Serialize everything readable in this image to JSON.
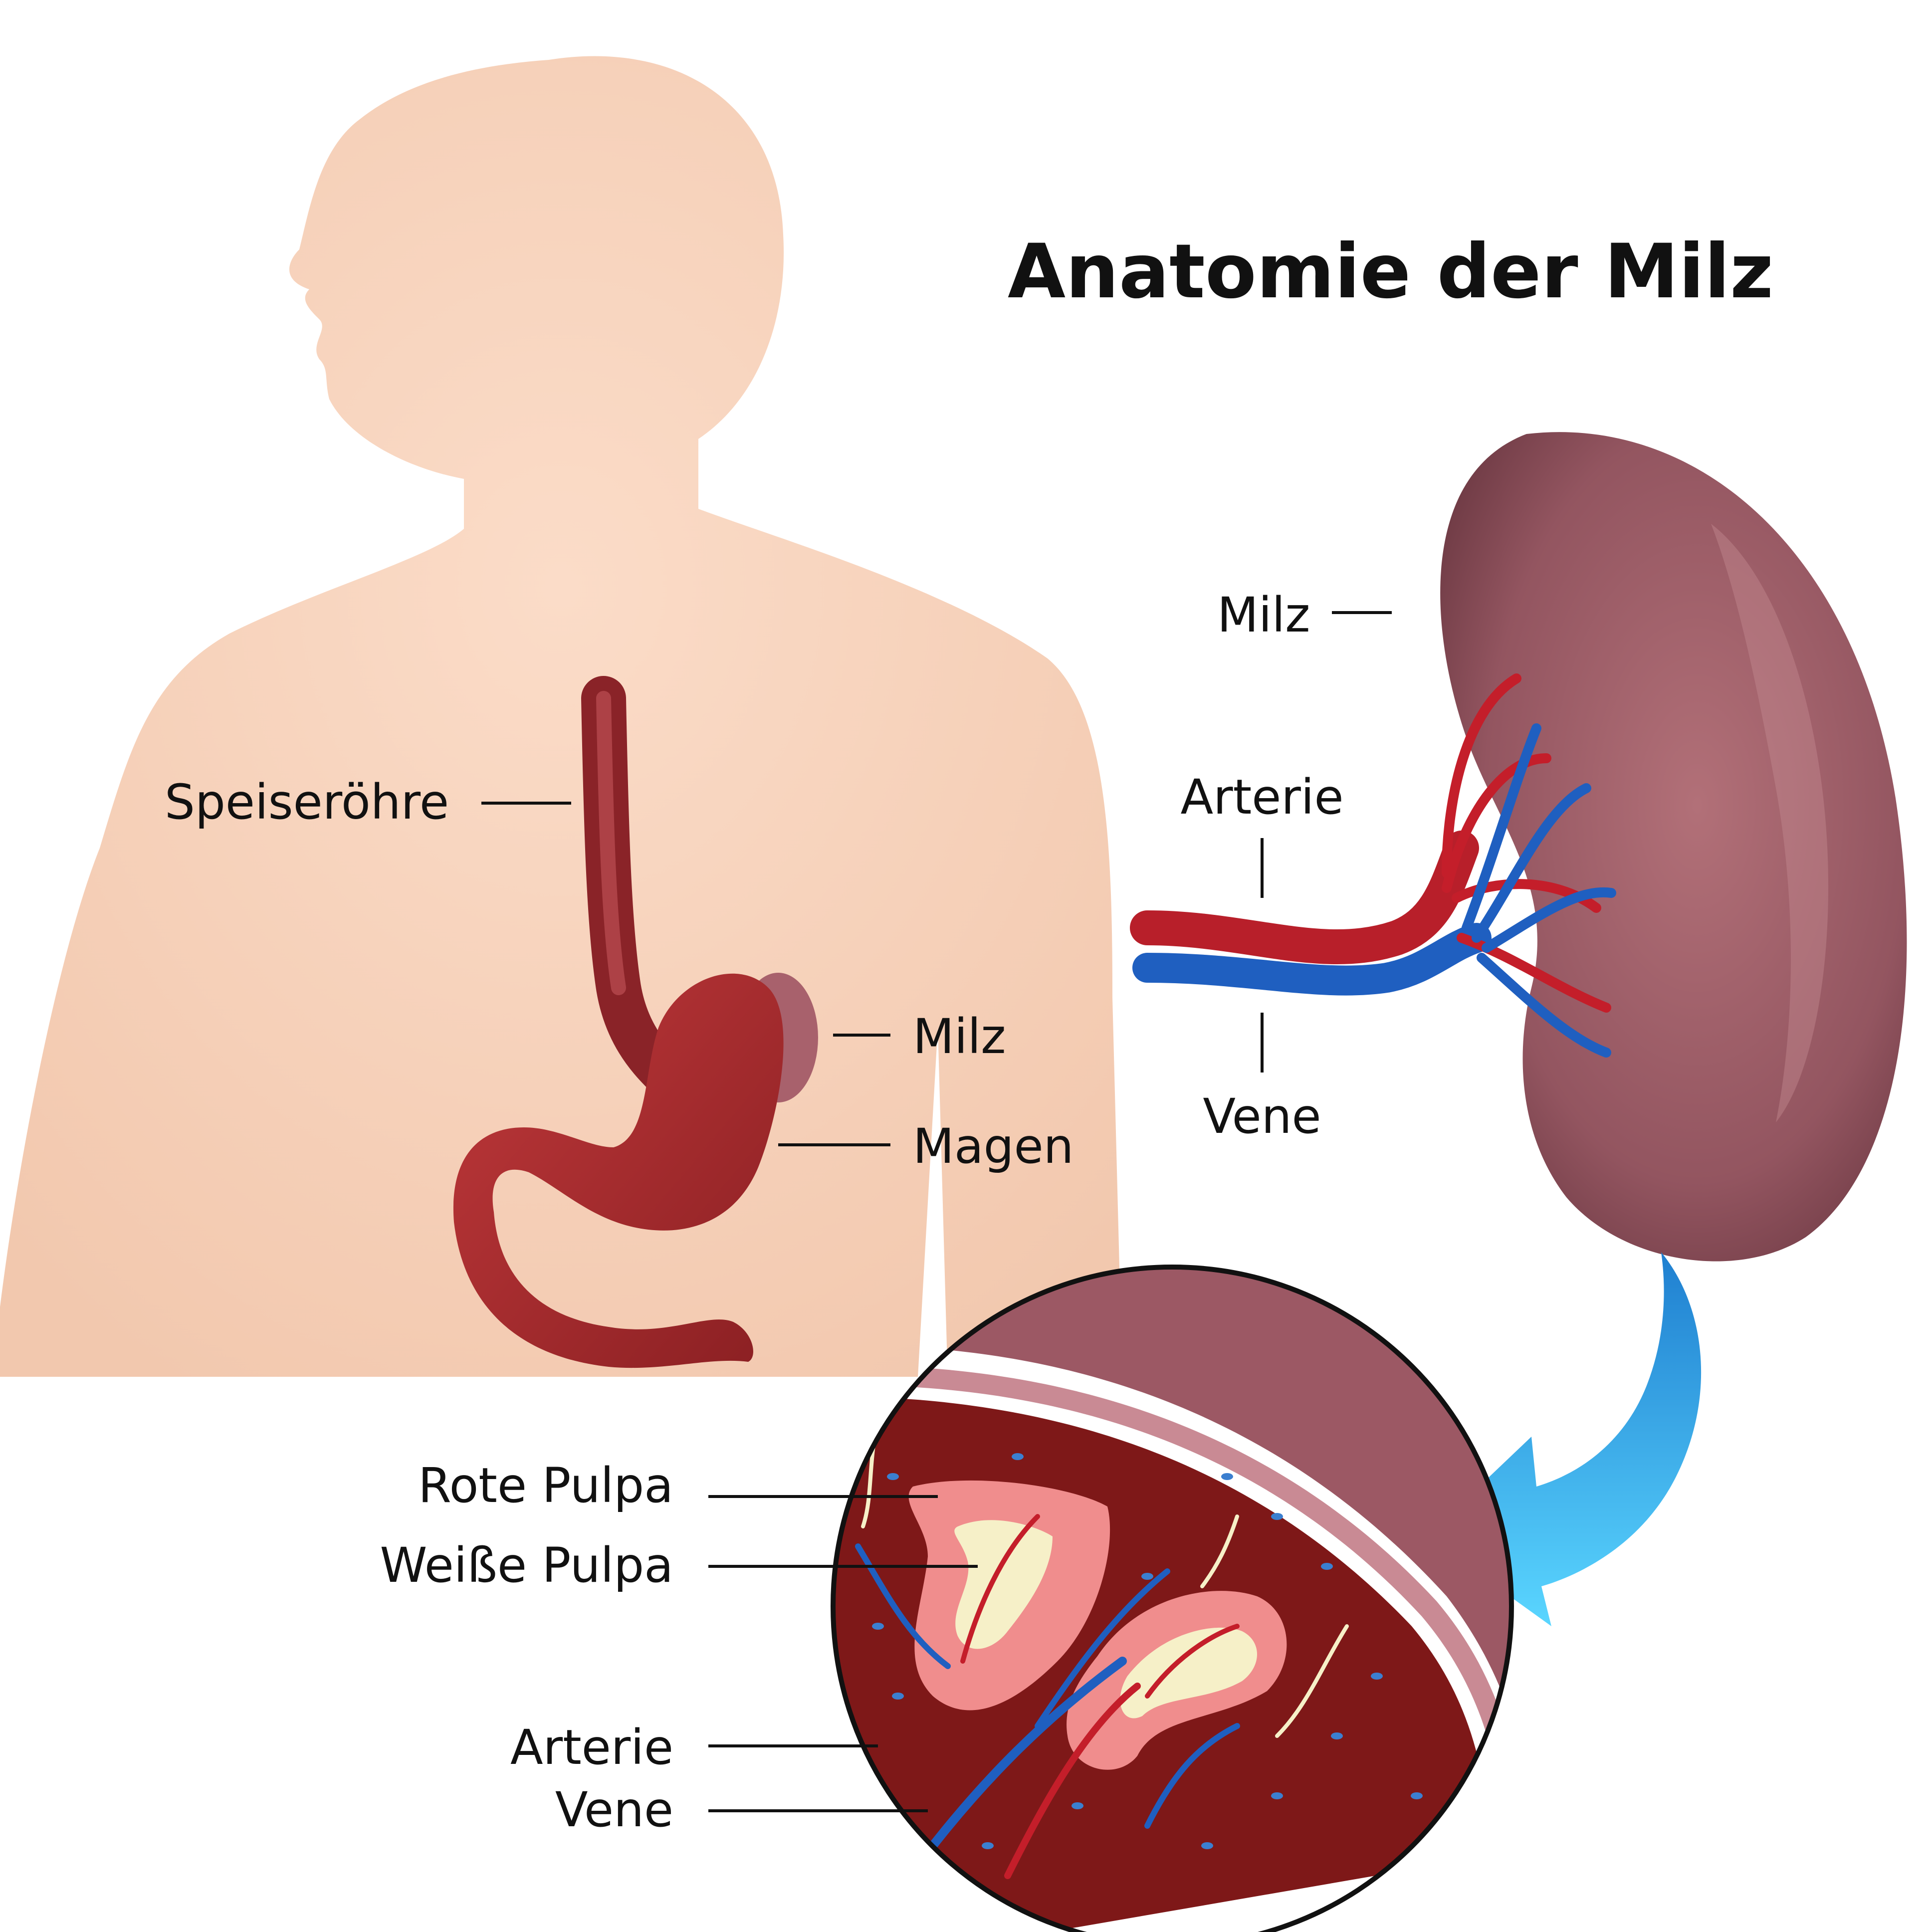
{
  "title": "Anatomie der Milz",
  "labels": {
    "speiseroehre": "Speiseröhre",
    "milz_body": "Milz",
    "magen": "Magen",
    "milz_organ": "Milz",
    "arterie_organ": "Arterie",
    "vene_organ": "Vene",
    "rote_pulpa": "Rote Pulpa",
    "weisse_pulpa": "Weiße Pulpa",
    "arterie_detail": "Arterie",
    "vene_detail": "Vene"
  },
  "colors": {
    "skin": "#f6d2bc",
    "stomach": "#a52a2a",
    "spleen": "#9a5a62",
    "artery": "#c41e2a",
    "vein": "#1f5fc0",
    "red_pulp": "#8a1c1c",
    "white_pulp": "#f6f0c8",
    "arrow": "#2aa8e8"
  }
}
